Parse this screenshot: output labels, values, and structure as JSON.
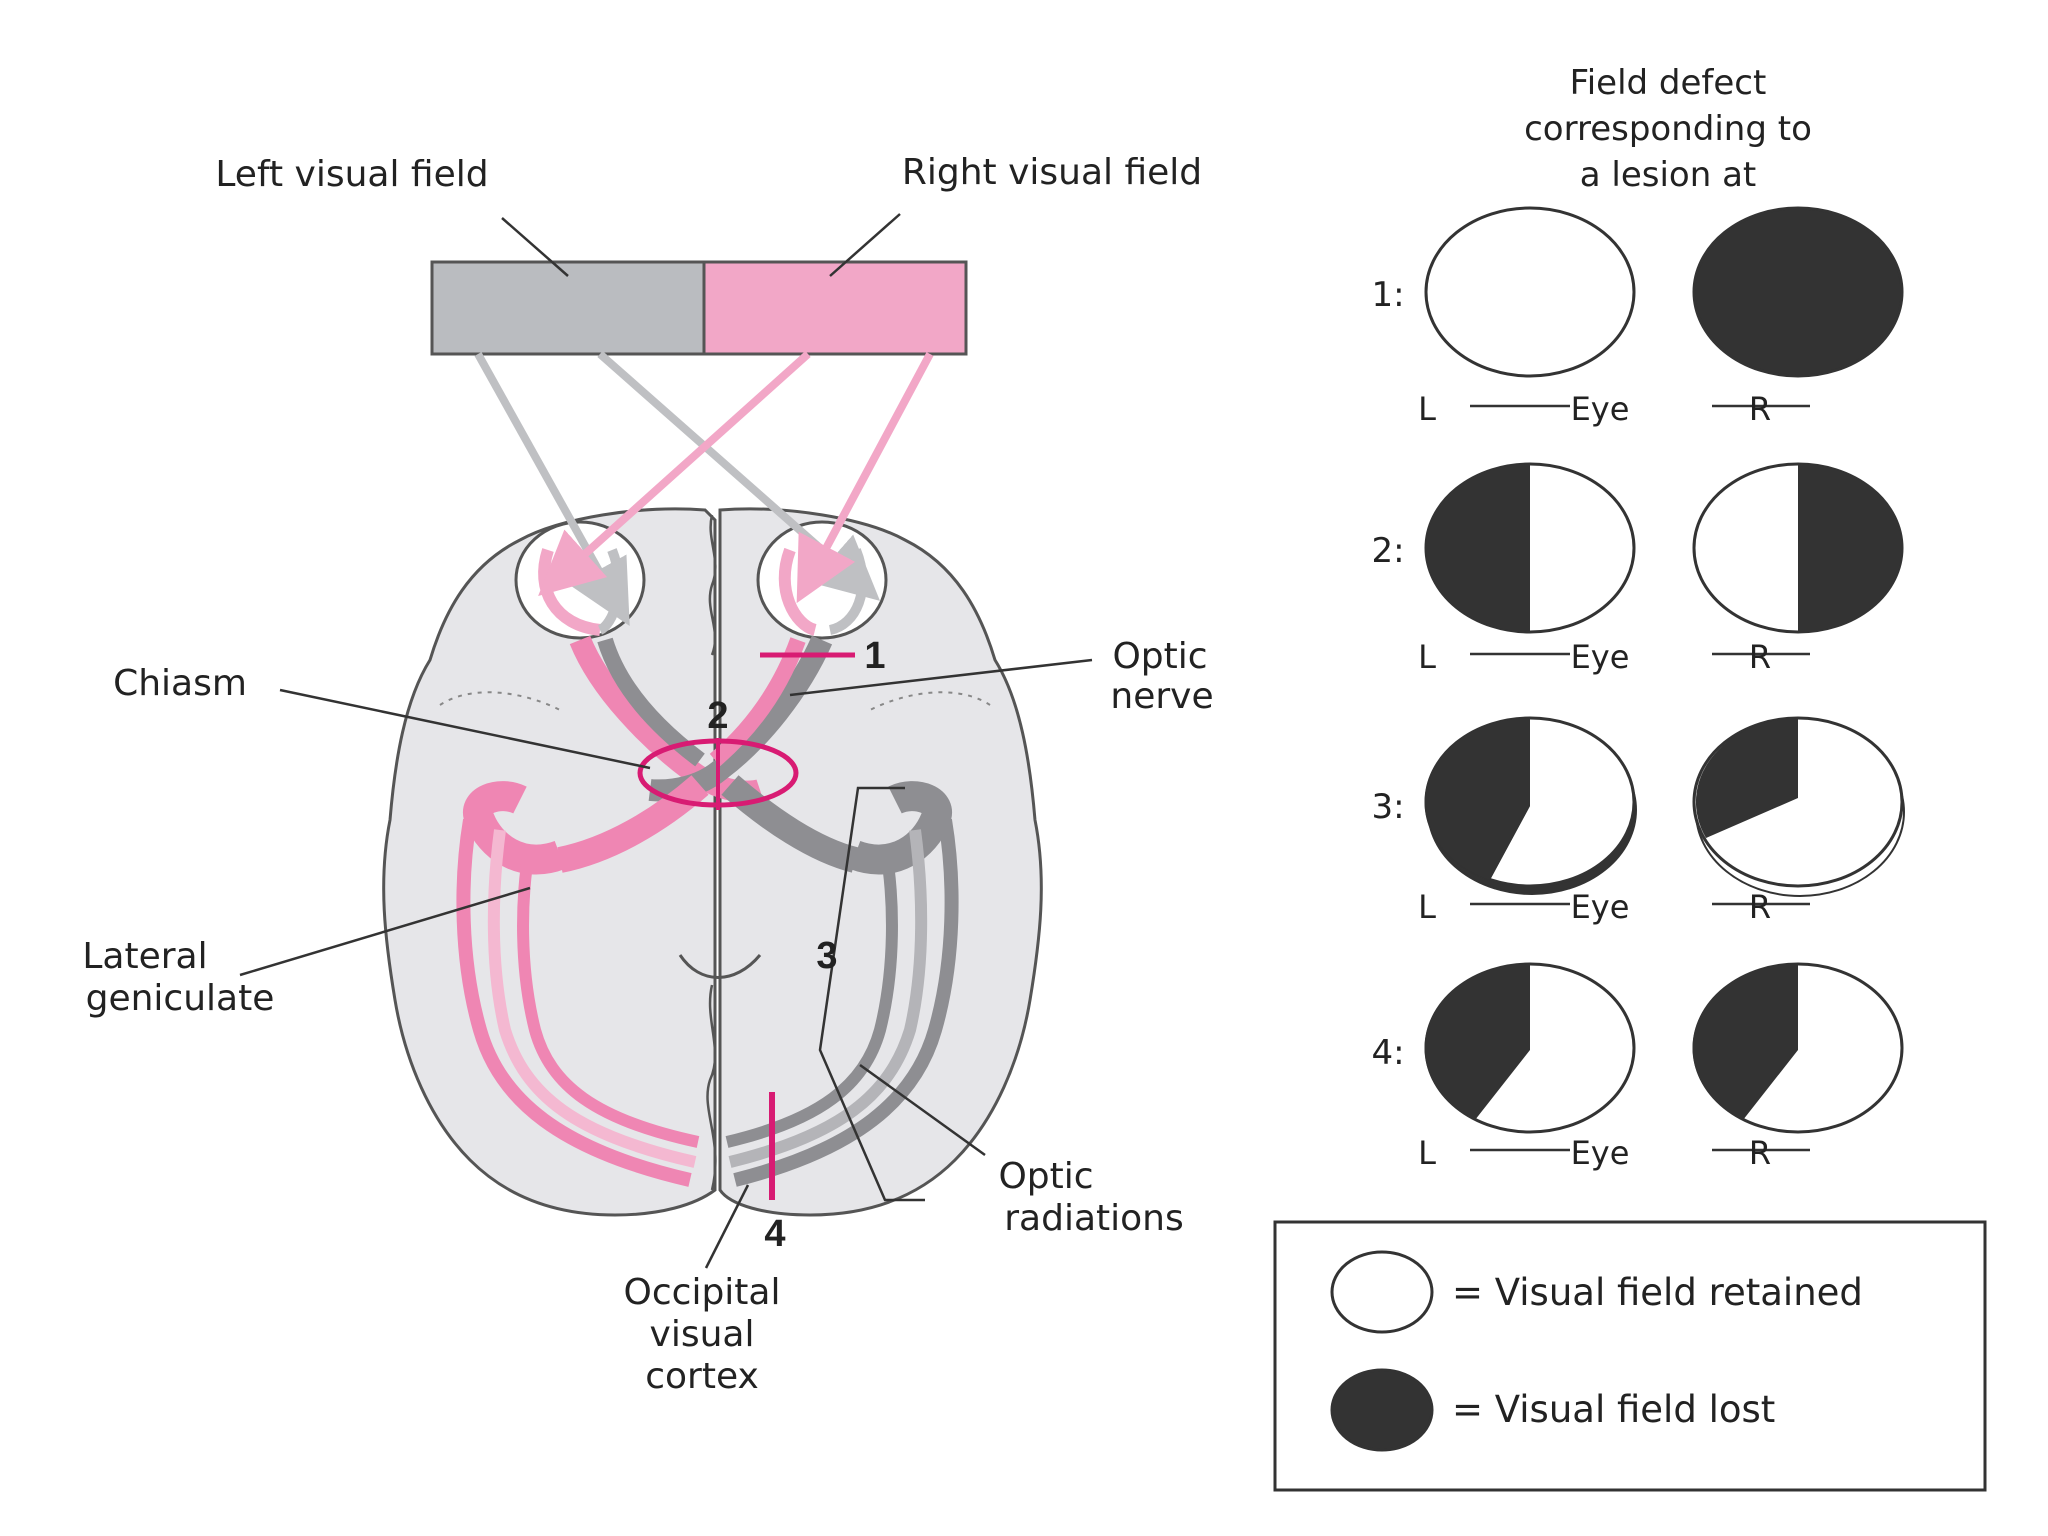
{
  "fields": {
    "left_label": "Left visual field",
    "right_label": "Right visual field"
  },
  "anatomy": {
    "chiasm": "Chiasm",
    "optic_nerve": [
      "Optic",
      "nerve"
    ],
    "lateral_geniculate": [
      "Lateral",
      "geniculate"
    ],
    "optic_radiations": [
      "Optic",
      "radiations"
    ],
    "occipital_cortex": [
      "Occipital",
      "visual",
      "cortex"
    ]
  },
  "lesion_numbers": [
    "1",
    "2",
    "3",
    "4"
  ],
  "defect_panel": {
    "title": [
      "Field defect",
      "corresponding to",
      "a lesion at"
    ],
    "rows": [
      {
        "label": "1:",
        "left_eye": "retained",
        "right_eye": "lost"
      },
      {
        "label": "2:",
        "left_eye": "temporal-half-lost",
        "right_eye": "temporal-half-lost"
      },
      {
        "label": "3:",
        "left_eye": "upper-left-quadrant-lost",
        "right_eye": "upper-left-quadrant-lost"
      },
      {
        "label": "4:",
        "left_eye": "upper-left-quadrant-lost",
        "right_eye": "upper-left-quadrant-lost"
      }
    ],
    "eye_labels": {
      "left": "L",
      "eye": "Eye",
      "right": "R"
    }
  },
  "legend": {
    "retained": "= Visual field retained",
    "lost": "= Visual field lost"
  },
  "colors": {
    "left_field": "#babcc0",
    "right_field": "#f2a7c7",
    "pink_path": "#ef86b3",
    "gray_path": "#8e8e92",
    "lesion": "#d81b73",
    "lost": "#333333",
    "brain": "#e6e6e9"
  }
}
